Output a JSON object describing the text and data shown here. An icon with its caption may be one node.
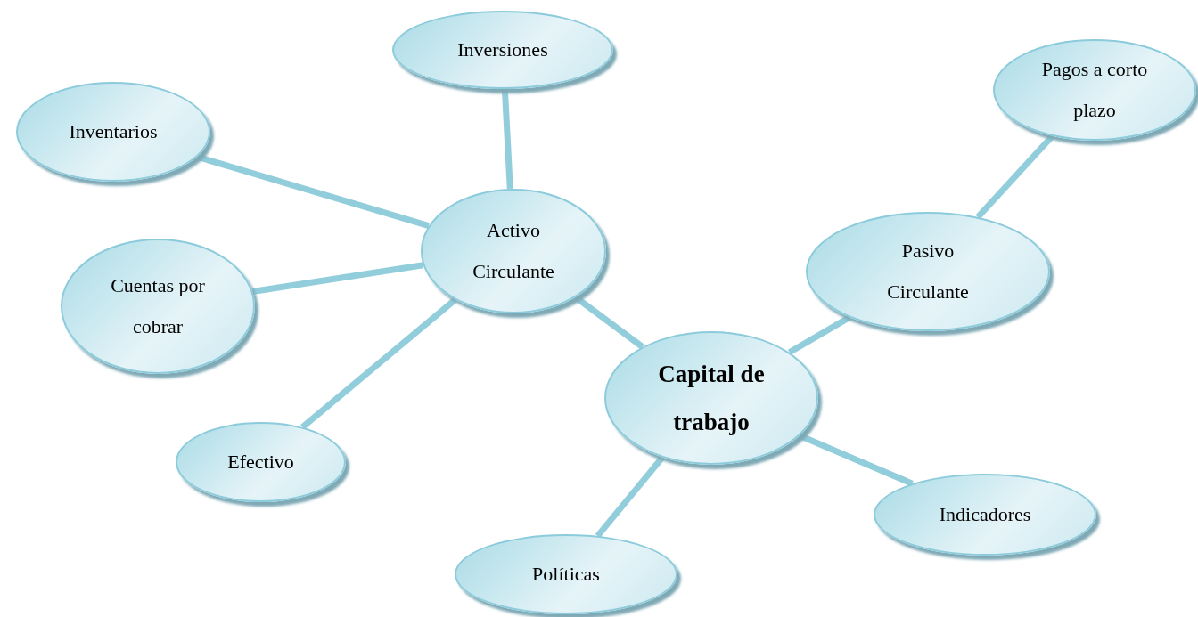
{
  "diagram": {
    "nodes": [
      {
        "text": [
          "Inversiones"
        ]
      },
      {
        "text": [
          "Pagos a corto plazo"
        ]
      },
      {
        "text": [
          "Inventarios"
        ]
      },
      {
        "text": [
          "Activo Circulante"
        ]
      },
      {
        "text": [
          "Pasivo Circulante"
        ]
      },
      {
        "text": [
          "Cuentas por cobrar"
        ]
      },
      {
        "text": [
          "Capital de trabajo"
        ]
      },
      {
        "text": [
          "Efectivo"
        ]
      },
      {
        "text": [
          "Indicadores"
        ]
      },
      {
        "text": [
          "Políticas"
        ]
      }
    ],
    "edges": [
      {
        "from": 3,
        "to": 6,
        "arrow": "none"
      },
      {
        "from": 6,
        "to": 4,
        "arrow": "none"
      },
      {
        "from": 4,
        "to": 1,
        "arrow": "none"
      },
      {
        "from": 3,
        "to": 0,
        "arrow": "none"
      },
      {
        "from": 3,
        "to": 2,
        "arrow": "none"
      },
      {
        "from": 3,
        "to": 5,
        "arrow": "none"
      },
      {
        "from": 3,
        "to": 7,
        "arrow": "none"
      },
      {
        "from": 6,
        "to": 8,
        "arrow": "none"
      },
      {
        "from": 6,
        "to": 9,
        "arrow": "none"
      }
    ]
  }
}
